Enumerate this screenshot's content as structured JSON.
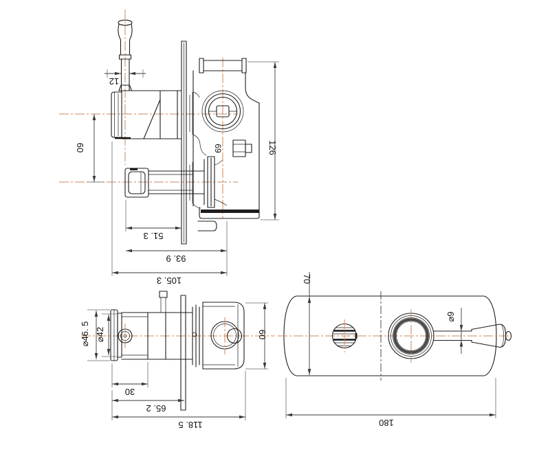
{
  "drawing": {
    "type": "technical-dimension-drawing",
    "subject": "concealed shower mixer valve",
    "background_color": "#ffffff",
    "line_color": "#1c1c1c",
    "centerline_color": "#c9895c",
    "dimension_color": "#3a3a3a",
    "side_view": {
      "dims": {
        "stem_width": "12",
        "axis_distance": "60",
        "body_height": "126",
        "cartridge_label": "69",
        "depth_to_plate": "51. 3",
        "depth_body": "93. 9",
        "depth_total": "105. 3"
      }
    },
    "plan_view": {
      "dims": {
        "cap_diameter": "⌀46. 5",
        "body_diameter": "⌀42",
        "port_offset": "30",
        "length_to_plate": "65. 2",
        "length_total": "118. 5",
        "body_height": "60"
      }
    },
    "front_view": {
      "dims": {
        "plate_height": "70",
        "stem_diameter": "⌀9",
        "plate_length": "180"
      }
    }
  }
}
